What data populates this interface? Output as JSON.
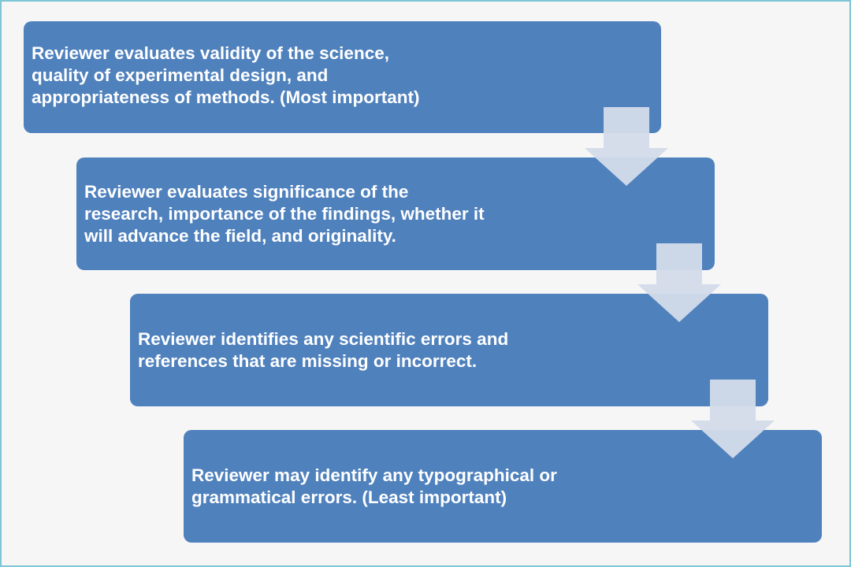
{
  "diagram": {
    "type": "staircase process flow",
    "accent_color": "#4f81bd",
    "arrow_color": "#d3dbe9",
    "steps": [
      {
        "label": "Reviewer evaluates validity of the science,\nquality of experimental design, and\nappropriateness of methods. (Most important)"
      },
      {
        "label": "Reviewer evaluates significance of the\nresearch, importance of the findings, whether it\nwill advance the field, and originality."
      },
      {
        "label": "Reviewer identifies  any scientific errors and\nreferences that are missing or incorrect."
      },
      {
        "label": "Reviewer may identify any typographical or\ngrammatical errors.  (Least important)"
      }
    ],
    "connectors": [
      "down-arrow",
      "down-arrow",
      "down-arrow"
    ]
  }
}
